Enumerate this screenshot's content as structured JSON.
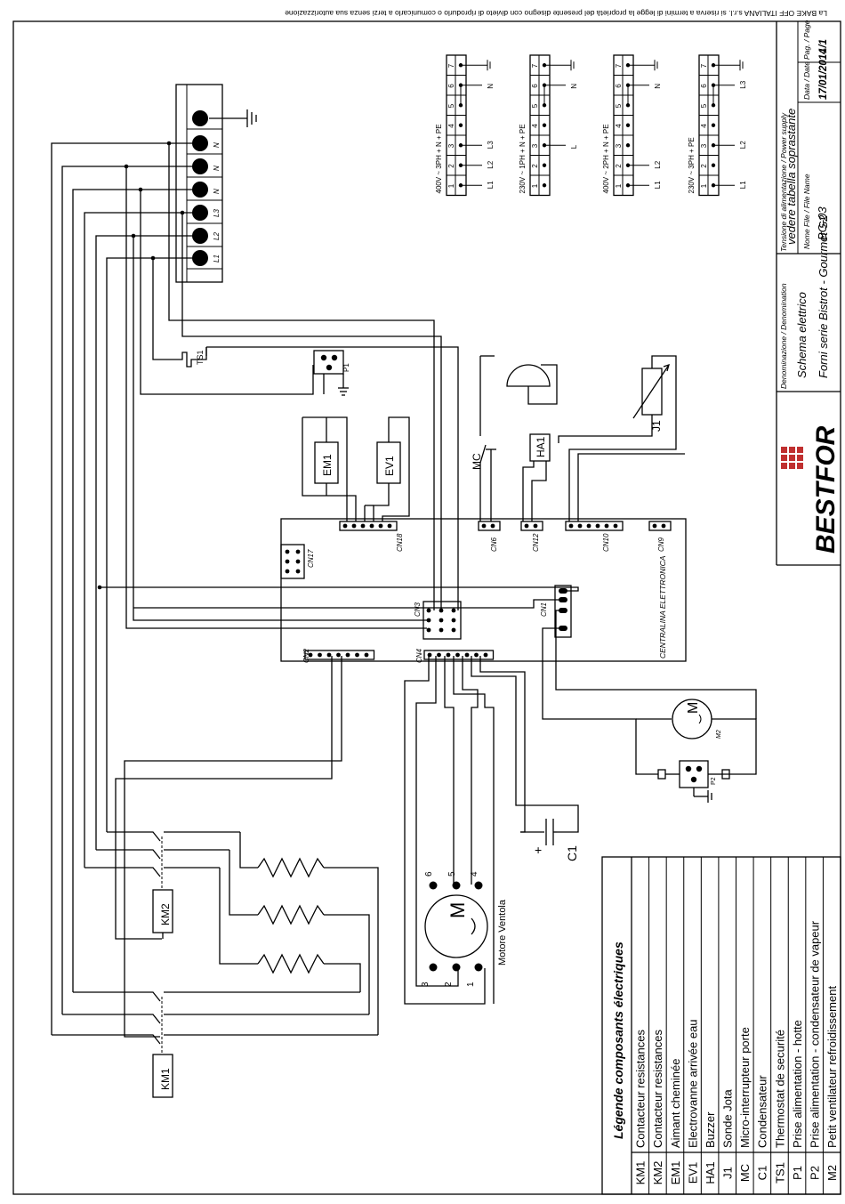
{
  "copyright": "La BAKE OFF ITALIANA s.r.l. si riserva a termini di legge la proprietà del presente disegno con divieto di riprodurlo o comunicarlo a terzi senza sua autorizzazione",
  "title_block": {
    "brand": "BESTFOR",
    "denomination_label": "Denominazione / Denomination",
    "denomination_line1": "Schema elettrico",
    "denomination_line2": "Forni serie Bistrot - Gourmet S2",
    "power_label": "Tensione di alimentazione / Power supply",
    "power_value": "vedere tabella soprastante",
    "file_label": "Nome File / File Name",
    "file_value": "BG-03",
    "date_label": "Data / Date",
    "date_value": "17/01/2014",
    "page_label": "Pag. / Page",
    "page_value": "1/1"
  },
  "supply_configs": [
    {
      "label": "400V ~ 3PH + N + PE",
      "bottom": [
        "L1",
        "L2",
        "L3",
        "",
        "",
        "N",
        ""
      ]
    },
    {
      "label": "230V ~ 1PH + N + PE",
      "bottom": [
        "",
        "",
        "L",
        "",
        "",
        "N",
        ""
      ]
    },
    {
      "label": "400V ~ 2PH + N + PE",
      "bottom": [
        "L1",
        "L2",
        "",
        "",
        "",
        "N",
        ""
      ]
    },
    {
      "label": "230V ~ 3PH + PE",
      "bottom": [
        "L1",
        "",
        "L2",
        "",
        "",
        "L3",
        ""
      ]
    }
  ],
  "terminal_numbers": [
    "1",
    "2",
    "3",
    "4",
    "5",
    "6",
    "7"
  ],
  "terminal_block": [
    "L1",
    "L2",
    "L3",
    "N",
    "N",
    "N"
  ],
  "board": {
    "name": "CENTRALINA ELETTRONICA",
    "connectors": [
      "CN1",
      "CN2",
      "CN3",
      "CN4",
      "CN6",
      "CN9",
      "CN10",
      "CN12",
      "CN17",
      "CN18"
    ]
  },
  "components": {
    "km1": "KM1",
    "km2": "KM2",
    "em1": "EM1",
    "ev1": "EV1",
    "mc": "MC",
    "ha1": "HA1",
    "j1": "J1",
    "ts1": "TS1",
    "p1": "P1",
    "p2": "P2",
    "m2": "M2",
    "c1": "C1",
    "c1_plus": "+",
    "motor": "M",
    "motor_label": "Motore Ventola",
    "motor_pins_top": [
      "6",
      "5",
      "4"
    ],
    "motor_pins_bottom": [
      "3",
      "2",
      "1"
    ]
  },
  "legend": {
    "title": "Légende composants électriques",
    "items": [
      {
        "code": "KM1",
        "desc": "Contacteur resistances"
      },
      {
        "code": "KM2",
        "desc": "Contacteur resistances"
      },
      {
        "code": "EM1",
        "desc": "Aimant cheminée"
      },
      {
        "code": "EV1",
        "desc": "Electrovanne arrivée eau"
      },
      {
        "code": "HA1",
        "desc": "Buzzer"
      },
      {
        "code": "J1",
        "desc": "Sonde Jota"
      },
      {
        "code": "MC",
        "desc": "Micro-interrupteur porte"
      },
      {
        "code": "C1",
        "desc": "Condensateur"
      },
      {
        "code": "TS1",
        "desc": "Thermostat de securité"
      },
      {
        "code": "P1",
        "desc": "Prise alimentation - hotte"
      },
      {
        "code": "P2",
        "desc": "Prise alimentation - condensateur de vapeur"
      },
      {
        "code": "M2",
        "desc": "Petit ventilateur refroidissement"
      }
    ]
  }
}
